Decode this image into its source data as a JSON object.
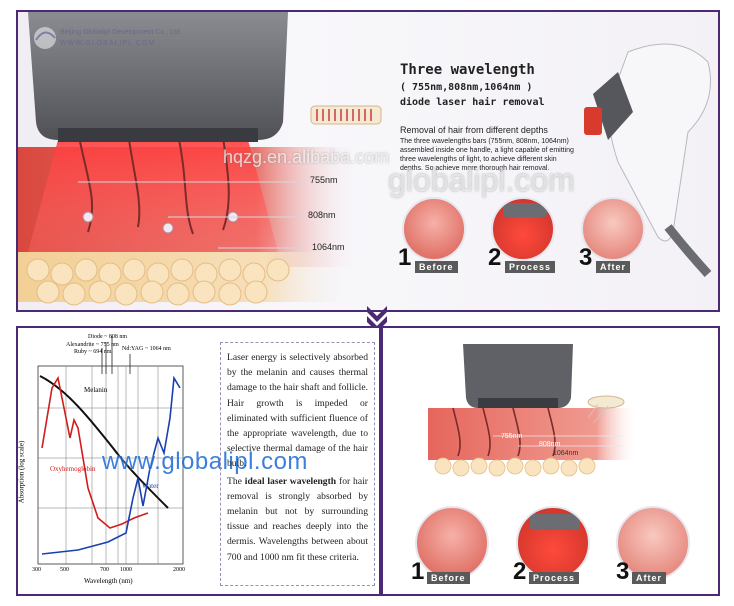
{
  "top_panel": {
    "company": "Beijing Globalipl Development Co., Ltd.",
    "company_url": "WWW.GLOBALIPL.COM",
    "title_line1": "Three wavelength",
    "title_line2": "( 755nm,808nm,1064nm )",
    "title_line3": "diode laser hair removal",
    "subtitle": "Removal of hair from different depths",
    "description": "The three wavelengths bars (755nm, 808nm, 1064nm) assembled inside one handle, a light capable of emitting three wavelengths of light, to achieve different skin depths. So achieve more thorough hair removal.",
    "wl_labels": [
      "755nm",
      "808nm",
      "1064nm"
    ],
    "watermark1": "hqzg.en.alibaba.com",
    "watermark2": "globalipl.com",
    "steps": [
      {
        "num": "1",
        "label": "Before"
      },
      {
        "num": "2",
        "label": "Process"
      },
      {
        "num": "3",
        "label": "After"
      }
    ]
  },
  "chart_panel": {
    "watermark": "www.globalipl.com",
    "chart_data": {
      "type": "line",
      "xlabel": "Wavelength (nm)",
      "ylabel": "Absorption (log scale)",
      "x_ticks": [
        "300",
        "500",
        "700",
        "1000",
        "2000"
      ],
      "markers": [
        "Diode ~ 808 nm",
        "Alexandrite ~ 755 nm",
        "Ruby ~ 694 nm",
        "Nd:YAG ~ 1064 nm"
      ],
      "series": [
        {
          "name": "Melanin",
          "color": "#111111"
        },
        {
          "name": "Oxyhemoglobin",
          "color": "#d01c1c"
        },
        {
          "name": "Water",
          "color": "#1a3fb0"
        }
      ]
    },
    "paragraph1": "Laser energy is selectively absorbed by the melanin and causes thermal damage to the hair shaft and follicle. Hair growth is impeded or eliminated with sufficient fluence of the appropriate wavelength, due to selective thermal damage of the hair bulb.",
    "p2_pre": "The ",
    "p2_bold": "ideal laser wavelength",
    "p2_post": " for hair removal is strongly absorbed by melanin but not by surrounding tissue and reaches deeply into the dermis. Wavelengths between about 700 and 1000 nm fit these criteria."
  },
  "right_panel": {
    "wl_labels": [
      "755nm",
      "808nm",
      "1064nm"
    ],
    "steps": [
      {
        "num": "1",
        "label": "Before"
      },
      {
        "num": "2",
        "label": "Process"
      },
      {
        "num": "3",
        "label": "After"
      }
    ]
  },
  "colors": {
    "border": "#4b2a73",
    "tissue": "#e2574c",
    "fat": "#f5d9a8",
    "device": "#5f6166"
  }
}
